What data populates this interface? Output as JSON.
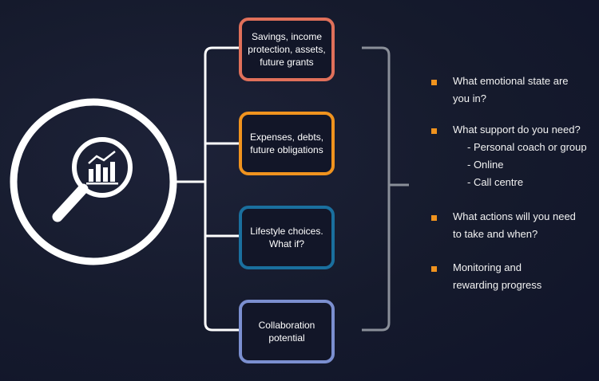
{
  "colors": {
    "background": "#151a2c",
    "connector": "#ffffff",
    "bracket": "#8a8f99",
    "bullet": "#f0931e"
  },
  "center_icon": "magnifier-chart-icon",
  "boxes": [
    {
      "text": "Savings, income\nprotection, assets,\nfuture grants",
      "color": "#e0705a"
    },
    {
      "text": "Expenses, debts,\nfuture obligations",
      "color": "#f0931e"
    },
    {
      "text": "Lifestyle choices.\nWhat if?",
      "color": "#1a6f9e"
    },
    {
      "text": "Collaboration\npotential",
      "color": "#7b8fd0"
    }
  ],
  "bullets": [
    {
      "text": "What emotional state are\nyou in?"
    },
    {
      "text": "What support do you need?"
    },
    {
      "text": "What actions will you need\nto take and when?"
    },
    {
      "text": "Monitoring and\n rewarding progress"
    }
  ],
  "sub_items": [
    "- Personal coach or group",
    "- Online",
    "- Call centre"
  ]
}
